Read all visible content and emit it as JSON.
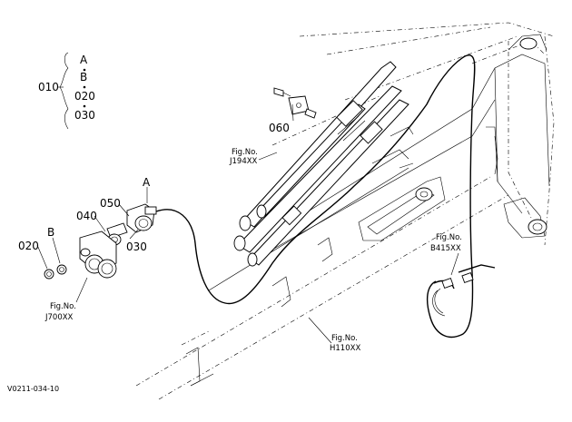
{
  "callouts": {
    "p010": "010",
    "a": "A",
    "b": "B",
    "p020_group": "020",
    "p030_group": "030",
    "p060": "060",
    "p050": "050",
    "p040": "040",
    "p020": "020",
    "p030": "030",
    "a_conn": "A",
    "b_conn": "B"
  },
  "fig_refs": {
    "j194_fig": "Fig.No.",
    "j194_no": "J194XX",
    "b415_fig": "Fig.No.",
    "b415_no": "B415XX",
    "j700_fig": "Fig.No.",
    "j700_no": "J700XX",
    "h110_fig": "Fig.No.",
    "h110_no": "H110XX"
  },
  "footer": {
    "drawing_code": "V0211-034-10"
  }
}
